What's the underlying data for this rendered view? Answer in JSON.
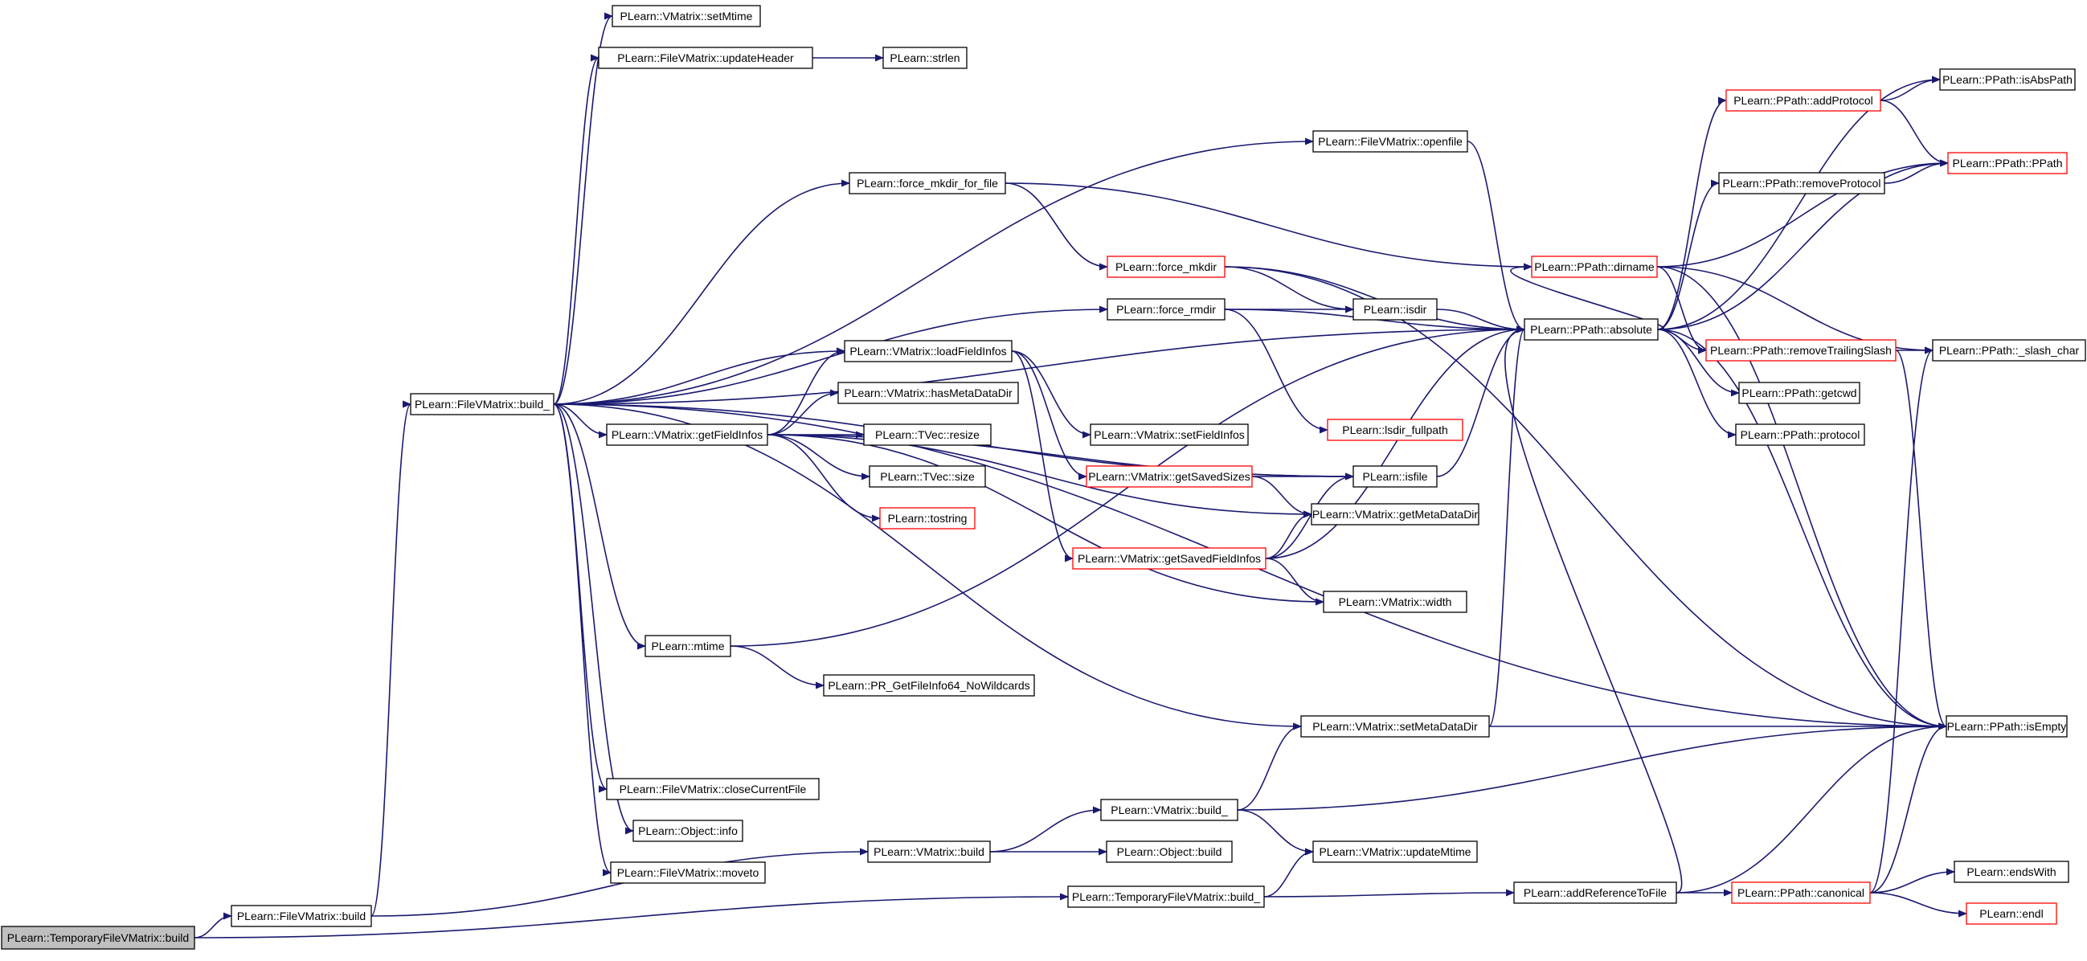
{
  "colors": {
    "edge": "#191970",
    "normal_border": "#000000",
    "incomplete_border": "#ff0000",
    "root_fill": "#bfbfbf",
    "node_fill": "#ffffff"
  },
  "nodes": [
    {
      "id": "n0",
      "label": "PLearn::TemporaryFileVMatrix::build",
      "kind": "root"
    },
    {
      "id": "n1",
      "label": "PLearn::FileVMatrix::build",
      "kind": "normal"
    },
    {
      "id": "n2",
      "label": "PLearn::FileVMatrix::build_",
      "kind": "normal"
    },
    {
      "id": "n3",
      "label": "PLearn::VMatrix::setMtime",
      "kind": "normal"
    },
    {
      "id": "n4",
      "label": "PLearn::FileVMatrix::updateHeader",
      "kind": "normal"
    },
    {
      "id": "n5",
      "label": "PLearn::strlen",
      "kind": "normal"
    },
    {
      "id": "n6",
      "label": "PLearn::FileVMatrix::openfile",
      "kind": "normal"
    },
    {
      "id": "n7",
      "label": "PLearn::force_mkdir_for_file",
      "kind": "normal"
    },
    {
      "id": "n8",
      "label": "PLearn::force_mkdir",
      "kind": "incomplete"
    },
    {
      "id": "n9",
      "label": "PLearn::force_rmdir",
      "kind": "normal"
    },
    {
      "id": "n10",
      "label": "PLearn::isdir",
      "kind": "normal"
    },
    {
      "id": "n11",
      "label": "PLearn::VMatrix::loadFieldInfos",
      "kind": "normal"
    },
    {
      "id": "n12",
      "label": "PLearn::VMatrix::hasMetaDataDir",
      "kind": "normal"
    },
    {
      "id": "n13",
      "label": "PLearn::VMatrix::getFieldInfos",
      "kind": "normal"
    },
    {
      "id": "n14",
      "label": "PLearn::TVec::resize",
      "kind": "normal"
    },
    {
      "id": "n15",
      "label": "PLearn::TVec::size",
      "kind": "normal"
    },
    {
      "id": "n16",
      "label": "PLearn::tostring",
      "kind": "incomplete"
    },
    {
      "id": "n17",
      "label": "PLearn::VMatrix::setFieldInfos",
      "kind": "normal"
    },
    {
      "id": "n18",
      "label": "PLearn::VMatrix::getSavedSizes",
      "kind": "incomplete"
    },
    {
      "id": "n19",
      "label": "PLearn::isfile",
      "kind": "normal"
    },
    {
      "id": "n20",
      "label": "PLearn::lsdir_fullpath",
      "kind": "incomplete"
    },
    {
      "id": "n21",
      "label": "PLearn::VMatrix::getMetaDataDir",
      "kind": "normal"
    },
    {
      "id": "n22",
      "label": "PLearn::VMatrix::getSavedFieldInfos",
      "kind": "incomplete"
    },
    {
      "id": "n23",
      "label": "PLearn::VMatrix::width",
      "kind": "normal"
    },
    {
      "id": "n24",
      "label": "PLearn::mtime",
      "kind": "normal"
    },
    {
      "id": "n25",
      "label": "PLearn::PR_GetFileInfo64_NoWildcards",
      "kind": "normal"
    },
    {
      "id": "n26",
      "label": "PLearn::VMatrix::setMetaDataDir",
      "kind": "normal"
    },
    {
      "id": "n27",
      "label": "PLearn::FileVMatrix::closeCurrentFile",
      "kind": "normal"
    },
    {
      "id": "n28",
      "label": "PLearn::Object::info",
      "kind": "normal"
    },
    {
      "id": "n29",
      "label": "PLearn::FileVMatrix::moveto",
      "kind": "normal"
    },
    {
      "id": "n30",
      "label": "PLearn::VMatrix::build_",
      "kind": "normal"
    },
    {
      "id": "n31",
      "label": "PLearn::VMatrix::build",
      "kind": "normal"
    },
    {
      "id": "n32",
      "label": "PLearn::Object::build",
      "kind": "normal"
    },
    {
      "id": "n33",
      "label": "PLearn::VMatrix::updateMtime",
      "kind": "normal"
    },
    {
      "id": "n34",
      "label": "PLearn::TemporaryFileVMatrix::build_",
      "kind": "normal"
    },
    {
      "id": "n35",
      "label": "PLearn::addReferenceToFile",
      "kind": "normal"
    },
    {
      "id": "n36",
      "label": "PLearn::PPath::canonical",
      "kind": "incomplete"
    },
    {
      "id": "n37",
      "label": "PLearn::endsWith",
      "kind": "normal"
    },
    {
      "id": "n38",
      "label": "PLearn::endl",
      "kind": "incomplete"
    },
    {
      "id": "n39",
      "label": "PLearn::PPath::absolute",
      "kind": "normal"
    },
    {
      "id": "n40",
      "label": "PLearn::PPath::dirname",
      "kind": "incomplete"
    },
    {
      "id": "n41",
      "label": "PLearn::PPath::addProtocol",
      "kind": "incomplete"
    },
    {
      "id": "n42",
      "label": "PLearn::PPath::removeProtocol",
      "kind": "normal"
    },
    {
      "id": "n43",
      "label": "PLearn::PPath::removeTrailingSlash",
      "kind": "incomplete"
    },
    {
      "id": "n44",
      "label": "PLearn::PPath::getcwd",
      "kind": "normal"
    },
    {
      "id": "n45",
      "label": "PLearn::PPath::protocol",
      "kind": "normal"
    },
    {
      "id": "n46",
      "label": "PLearn::PPath::isAbsPath",
      "kind": "normal"
    },
    {
      "id": "n47",
      "label": "PLearn::PPath::PPath",
      "kind": "incomplete"
    },
    {
      "id": "n48",
      "label": "PLearn::PPath::_slash_char",
      "kind": "normal"
    },
    {
      "id": "n49",
      "label": "PLearn::PPath::isEmpty",
      "kind": "normal"
    }
  ],
  "edges": [
    [
      "n0",
      "n1"
    ],
    [
      "n0",
      "n34"
    ],
    [
      "n1",
      "n2"
    ],
    [
      "n1",
      "n31"
    ],
    [
      "n2",
      "n3"
    ],
    [
      "n2",
      "n4"
    ],
    [
      "n2",
      "n39"
    ],
    [
      "n2",
      "n6"
    ],
    [
      "n2",
      "n7"
    ],
    [
      "n2",
      "n9"
    ],
    [
      "n2",
      "n19"
    ],
    [
      "n2",
      "n11"
    ],
    [
      "n2",
      "n13"
    ],
    [
      "n2",
      "n24"
    ],
    [
      "n2",
      "n26"
    ],
    [
      "n2",
      "n49"
    ],
    [
      "n2",
      "n27"
    ],
    [
      "n2",
      "n28"
    ],
    [
      "n2",
      "n29"
    ],
    [
      "n4",
      "n5"
    ],
    [
      "n6",
      "n39"
    ],
    [
      "n7",
      "n8"
    ],
    [
      "n7",
      "n40"
    ],
    [
      "n8",
      "n10"
    ],
    [
      "n8",
      "n39"
    ],
    [
      "n8",
      "n49"
    ],
    [
      "n9",
      "n10"
    ],
    [
      "n9",
      "n39"
    ],
    [
      "n9",
      "n20"
    ],
    [
      "n10",
      "n39"
    ],
    [
      "n11",
      "n17"
    ],
    [
      "n11",
      "n18"
    ],
    [
      "n11",
      "n22"
    ],
    [
      "n13",
      "n11"
    ],
    [
      "n13",
      "n12"
    ],
    [
      "n13",
      "n14"
    ],
    [
      "n13",
      "n15"
    ],
    [
      "n13",
      "n16"
    ],
    [
      "n13",
      "n21"
    ],
    [
      "n13",
      "n23"
    ],
    [
      "n13",
      "n19"
    ],
    [
      "n18",
      "n19"
    ],
    [
      "n18",
      "n21"
    ],
    [
      "n19",
      "n39"
    ],
    [
      "n22",
      "n19"
    ],
    [
      "n22",
      "n21"
    ],
    [
      "n22",
      "n23"
    ],
    [
      "n22",
      "n39"
    ],
    [
      "n24",
      "n25"
    ],
    [
      "n24",
      "n39"
    ],
    [
      "n26",
      "n39"
    ],
    [
      "n26",
      "n49"
    ],
    [
      "n30",
      "n26"
    ],
    [
      "n30",
      "n33"
    ],
    [
      "n30",
      "n49"
    ],
    [
      "n31",
      "n30"
    ],
    [
      "n31",
      "n32"
    ],
    [
      "n34",
      "n33"
    ],
    [
      "n34",
      "n35"
    ],
    [
      "n35",
      "n36"
    ],
    [
      "n35",
      "n39"
    ],
    [
      "n35",
      "n49"
    ],
    [
      "n36",
      "n37"
    ],
    [
      "n36",
      "n38"
    ],
    [
      "n36",
      "n48"
    ],
    [
      "n36",
      "n49"
    ],
    [
      "n39",
      "n40"
    ],
    [
      "n39",
      "n41"
    ],
    [
      "n39",
      "n42"
    ],
    [
      "n39",
      "n43"
    ],
    [
      "n39",
      "n44"
    ],
    [
      "n39",
      "n45"
    ],
    [
      "n39",
      "n46"
    ],
    [
      "n39",
      "n47"
    ],
    [
      "n39",
      "n49"
    ],
    [
      "n40",
      "n47"
    ],
    [
      "n40",
      "n43"
    ],
    [
      "n40",
      "n48"
    ],
    [
      "n40",
      "n49"
    ],
    [
      "n41",
      "n46"
    ],
    [
      "n41",
      "n47"
    ],
    [
      "n42",
      "n47"
    ],
    [
      "n43",
      "n48"
    ],
    [
      "n43",
      "n49"
    ]
  ]
}
